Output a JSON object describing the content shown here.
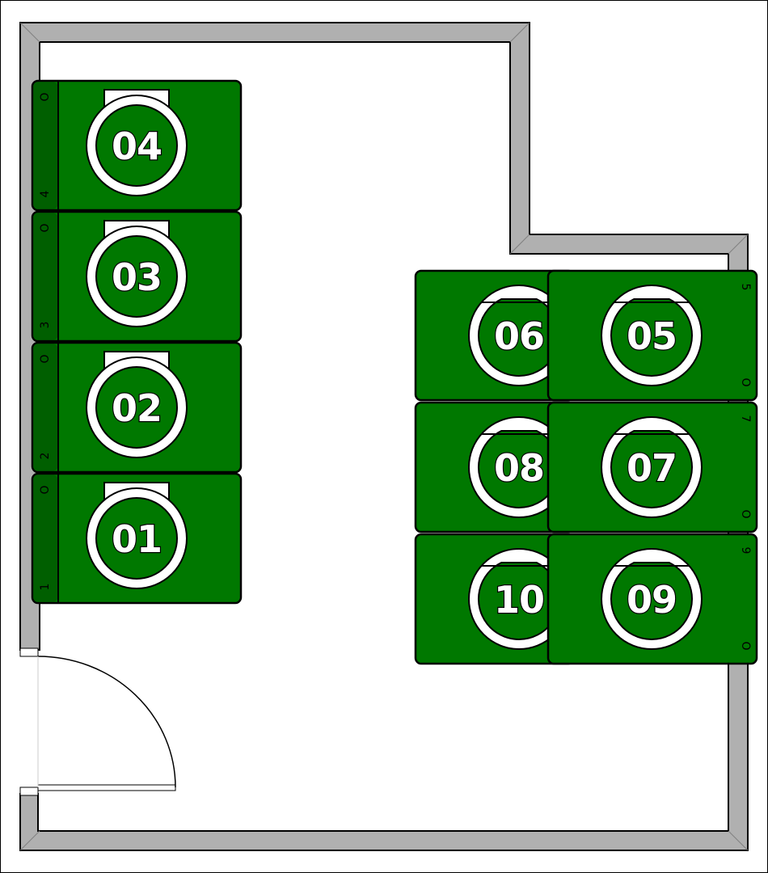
{
  "colors": {
    "desk_fill": "#007800",
    "desk_stripe": "#005f00",
    "chair_ring": "#ffffff",
    "wall_fill": "#b0b0b0",
    "outline": "#000000"
  },
  "desks": [
    {
      "id": "04",
      "left_labels": [
        "O",
        "4"
      ]
    },
    {
      "id": "03",
      "left_labels": [
        "O",
        "3"
      ]
    },
    {
      "id": "02",
      "left_labels": [
        "O",
        "2"
      ]
    },
    {
      "id": "01",
      "left_labels": [
        "O",
        "1"
      ]
    },
    {
      "id": "06"
    },
    {
      "id": "05",
      "right_labels": [
        "5",
        "O"
      ]
    },
    {
      "id": "08"
    },
    {
      "id": "07",
      "right_labels": [
        "7",
        "O"
      ]
    },
    {
      "id": "10"
    },
    {
      "id": "09",
      "right_labels": [
        "9",
        "O"
      ]
    }
  ]
}
